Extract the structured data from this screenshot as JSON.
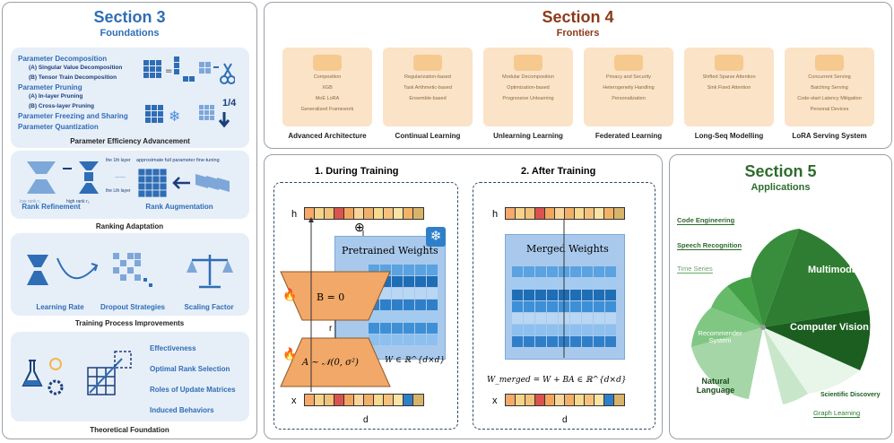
{
  "section3": {
    "title": "Section 3",
    "subtitle": "Foundations",
    "box1": {
      "items": [
        "Parameter Decomposition",
        "Parameter Pruning",
        "Parameter Freezing and Sharing",
        "Parameter Quantization"
      ],
      "decomp_subs": [
        "(A) Singular Value Decomposition",
        "(B) Tensor Train Decomposition"
      ],
      "prune_subs": [
        "(A) In-layer Pruning",
        "(B) Cross-layer Pruning"
      ],
      "quant_label": "1/4",
      "caption": "Parameter Efficiency Advancement"
    },
    "box2": {
      "low_rank": "low rank r₁",
      "high_rank": "high rank r₂",
      "layer_1": "the 1th layer",
      "layer_l": "the Lth layer",
      "ellipsis": "……",
      "approx": "approximate full parameter fine-tuning",
      "rank_refinement": "Rank Refinement",
      "rank_augmentation": "Rank Augmentation",
      "caption": "Ranking Adaptation"
    },
    "box3": {
      "items": [
        "Learning Rate",
        "Dropout Strategies",
        "Scaling Factor"
      ],
      "caption": "Training Process Improvements"
    },
    "box4": {
      "items": [
        "Effectiveness",
        "Optimal Rank Selection",
        "Roles of Update Matrices",
        "Induced Behaviors"
      ],
      "caption": "Theoretical Foundation"
    }
  },
  "section4": {
    "title": "Section 4",
    "subtitle": "Frontiers",
    "tiles": [
      {
        "caption": "Advanced Architecture",
        "texts": [
          "Composition",
          "XGB",
          "MoE LoRA",
          "Generalized Framework"
        ]
      },
      {
        "caption": "Continual Learning",
        "texts": [
          "Regularization-based",
          "Task Arithmetic-based",
          "Ensemble-based"
        ]
      },
      {
        "caption": "Unlearning Learning",
        "texts": [
          "Modular Decomposition",
          "Optimization-based",
          "Progressive Unlearning"
        ]
      },
      {
        "caption": "Federated Learning",
        "texts": [
          "Privacy and Security",
          "Heterogeneity Handling",
          "Personalization"
        ]
      },
      {
        "caption": "Long-Seq Modelling",
        "texts": [
          "Shifted Sparse Attention",
          "Sink Fixed Attention"
        ]
      },
      {
        "caption": "LoRA Serving System",
        "texts": [
          "Concurrent Serving",
          "Batching Serving",
          "Code-start Latency Mitigation",
          "Personal Devices"
        ]
      }
    ]
  },
  "center": {
    "during_title": "1. During Training",
    "after_title": "2. After Training",
    "h": "h",
    "x": "x",
    "d": "d",
    "r": "r",
    "plus": "⊕",
    "pretrained": "Pretrained Weights",
    "w_formula": "W ∈ ℝ^{d×d}",
    "b_zero": "B = 0",
    "a_formula": "A ~ 𝒩(0, σ²)",
    "merged": "Merged Weights",
    "merged_formula": "W_merged = W + BA ∈ ℝ^{d×d}",
    "colors_h": [
      "#f5a96b",
      "#f5d48a",
      "#f0c27a",
      "#d9534f",
      "#f2a55d",
      "#f9d59b",
      "#f0b06a",
      "#f7d98f",
      "#f5c27e",
      "#f9e4a6",
      "#f2b366",
      "#d8b36a"
    ],
    "colors_x": [
      "#f5a96b",
      "#f5d48a",
      "#f0c27a",
      "#d9534f",
      "#f2a55d",
      "#f9d59b",
      "#f0b06a",
      "#f7d98f",
      "#f5c27e",
      "#f9e4a6",
      "#2f7fc8",
      "#d8b36a"
    ]
  },
  "section5": {
    "title": "Section 5",
    "subtitle": "Applications",
    "labels": [
      "Code Engineering",
      "Speech Recognition",
      "Time Series",
      "Recommender System",
      "Natural Language",
      "Multimodal",
      "Computer Vision",
      "Scientific Discovery",
      "Graph Learning"
    ],
    "colors": {
      "dark": "#2e7d32",
      "mid": "#43a047",
      "light": "#81c784",
      "pale": "#c8e6c9"
    }
  }
}
